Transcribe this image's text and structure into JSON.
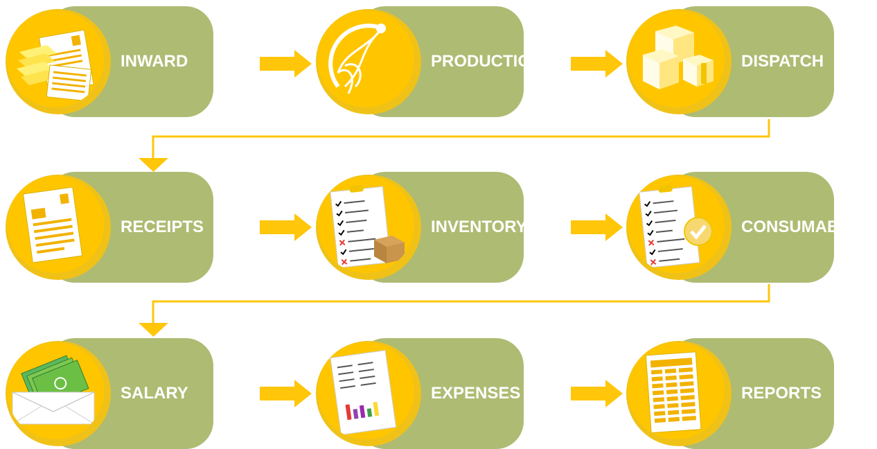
{
  "colors": {
    "pill": "#aebb73",
    "icon_disc": "#ffc600",
    "arrow": "#ffc60a",
    "label": "#ffffff"
  },
  "modules": [
    {
      "label": "INWARD",
      "icon": "letters-icon"
    },
    {
      "label": "PRODUCTION",
      "icon": "spindle-icon"
    },
    {
      "label": "DISPATCH",
      "icon": "boxes-icon"
    },
    {
      "label": "RECEIPTS",
      "icon": "receipt-document-icon"
    },
    {
      "label": "INVENTORY",
      "icon": "clipboard-box-icon"
    },
    {
      "label": "CONSUMABLES",
      "icon": "clipboard-check-icon"
    },
    {
      "label": "SALARY",
      "icon": "envelope-cash-icon"
    },
    {
      "label": "EXPENSES",
      "icon": "bar-chart-report-icon"
    },
    {
      "label": "REPORTS",
      "icon": "spreadsheet-icon"
    }
  ]
}
